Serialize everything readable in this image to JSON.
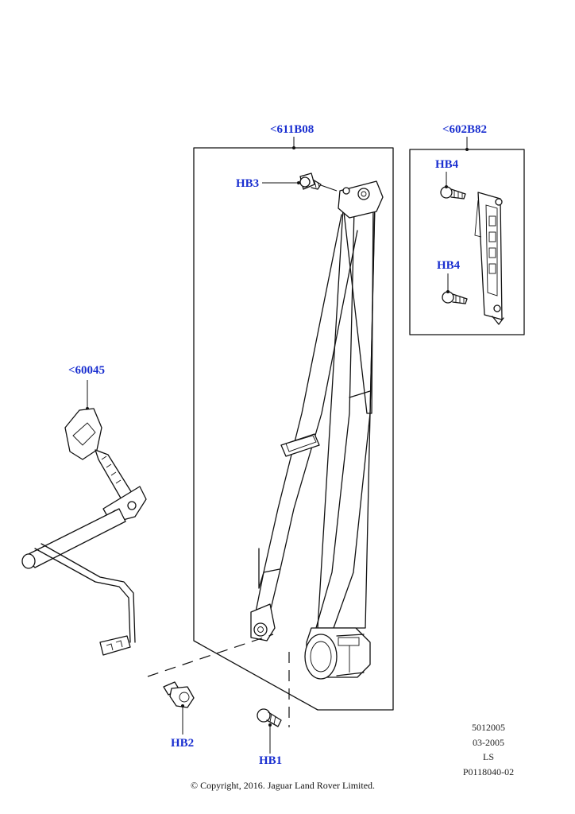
{
  "callouts": {
    "belt_assembly": "<611B08",
    "height_adjuster": "<602B82",
    "buckle": "<60045",
    "bolt_hb3": "HB3",
    "bolt_hb4_upper": "HB4",
    "bolt_hb4_lower": "HB4",
    "bolt_hb2": "HB2",
    "bolt_hb1": "HB1"
  },
  "reference": {
    "line1": "5012005",
    "line2": "03-2005",
    "line3": "LS",
    "line4": "P0118040-02"
  },
  "copyright": "© Copyright, 2016. Jaguar Land Rover Limited.",
  "colors": {
    "callout": "#1a2fd0",
    "line": "#111111"
  }
}
